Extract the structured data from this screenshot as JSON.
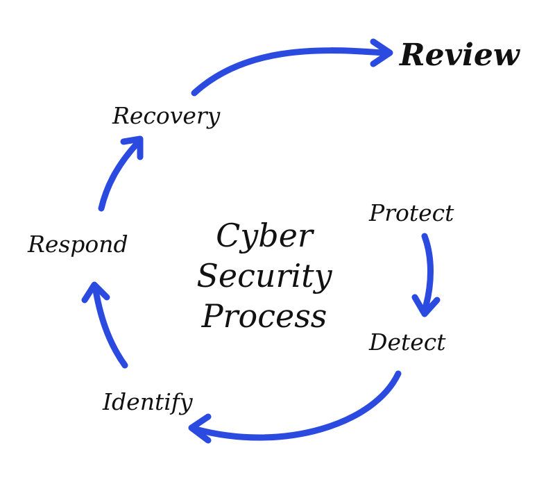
{
  "colors": {
    "arrow": "#2b4be0",
    "text": "#111111",
    "background": "#ffffff"
  },
  "diagram": {
    "center_title": [
      "Cyber",
      "Security",
      "Process"
    ],
    "steps": {
      "protect": "Protect",
      "detect": "Detect",
      "identify": "Identify",
      "respond": "Respond",
      "recovery": "Recovery",
      "review": "Review"
    }
  }
}
